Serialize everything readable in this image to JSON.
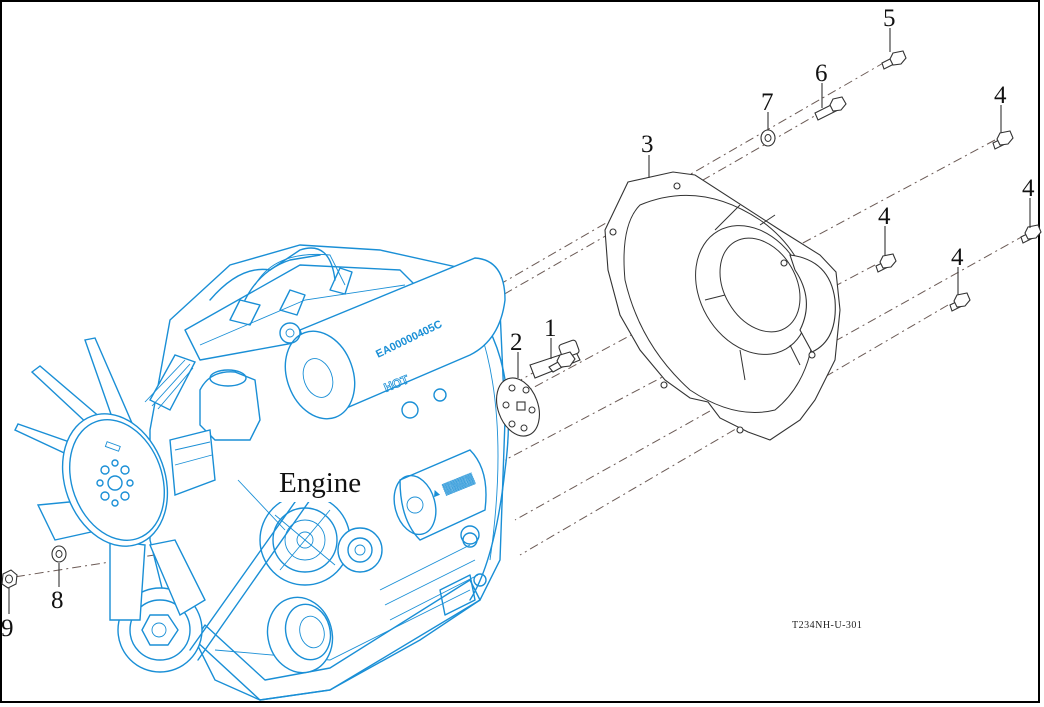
{
  "diagram": {
    "type": "exploded-parts-view",
    "main_label": "Engine",
    "drawing_code": "T234NH-U-301",
    "engine_markings": {
      "part_number": "EA00000405C",
      "brand": "HOT"
    },
    "colors": {
      "engine_lines": "#1a8fd6",
      "parts_lines": "#333333",
      "frame": "#000000",
      "background": "#ffffff"
    },
    "callouts": [
      {
        "id": "c1",
        "label": "1",
        "part": "bolt"
      },
      {
        "id": "c2",
        "label": "2",
        "part": "coupling-flange-shaft"
      },
      {
        "id": "c3",
        "label": "3",
        "part": "flywheel-housing"
      },
      {
        "id": "c4a",
        "label": "4",
        "part": "flange-bolt"
      },
      {
        "id": "c4b",
        "label": "4",
        "part": "flange-bolt"
      },
      {
        "id": "c4c",
        "label": "4",
        "part": "flange-bolt"
      },
      {
        "id": "c4d",
        "label": "4",
        "part": "flange-bolt"
      },
      {
        "id": "c5",
        "label": "5",
        "part": "flange-bolt"
      },
      {
        "id": "c6",
        "label": "6",
        "part": "bolt"
      },
      {
        "id": "c7",
        "label": "7",
        "part": "washer"
      },
      {
        "id": "c8",
        "label": "8",
        "part": "washer"
      },
      {
        "id": "c9",
        "label": "9",
        "part": "nut"
      }
    ]
  }
}
